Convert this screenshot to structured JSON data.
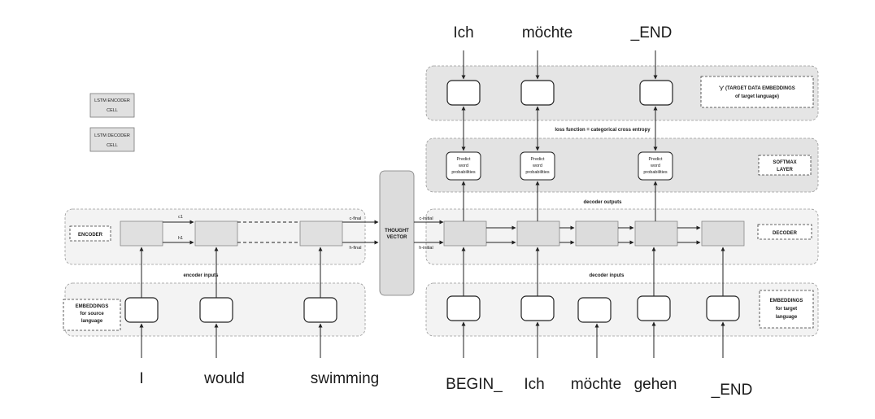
{
  "legend": {
    "encoder_cell": [
      "LSTM ENCODER",
      "CELL"
    ],
    "decoder_cell": [
      "LSTM DECODER",
      "CELL"
    ]
  },
  "encoder": {
    "label": "ENCODER",
    "state_labels": {
      "c1": "c1",
      "h1": "h1",
      "c_final": "c-final",
      "h_final": "h-final"
    },
    "inputs_label": "encoder inputs",
    "embeddings_label": [
      "EMBEDDINGS",
      "for source",
      "language"
    ],
    "input_tokens": [
      "I",
      "would",
      "swimming"
    ]
  },
  "thought_vector": [
    "THOUGHT",
    "VECTOR"
  ],
  "decoder": {
    "label": "DECODER",
    "state_labels": {
      "c_initial": "c-initial",
      "h_initial": "h-initial"
    },
    "outputs_label": "decoder outputs",
    "inputs_label": "decoder inputs",
    "embeddings_label": [
      "EMBEDDINGS",
      "for target",
      "language"
    ],
    "input_tokens": [
      "BEGIN_",
      "Ich",
      "möchte",
      "gehen",
      "_END"
    ]
  },
  "softmax": {
    "label": [
      "SOFTMAX",
      "LAYER"
    ],
    "predict_label": [
      "Predict",
      "word",
      "probabilities"
    ]
  },
  "loss_label": "loss function = categorical cross entropy",
  "target": {
    "embeddings_label": [
      "'y' (TARGET DATA EMBEDDINGS",
      "of target language)"
    ],
    "output_tokens": [
      "Ich",
      "möchte",
      "_END"
    ]
  }
}
